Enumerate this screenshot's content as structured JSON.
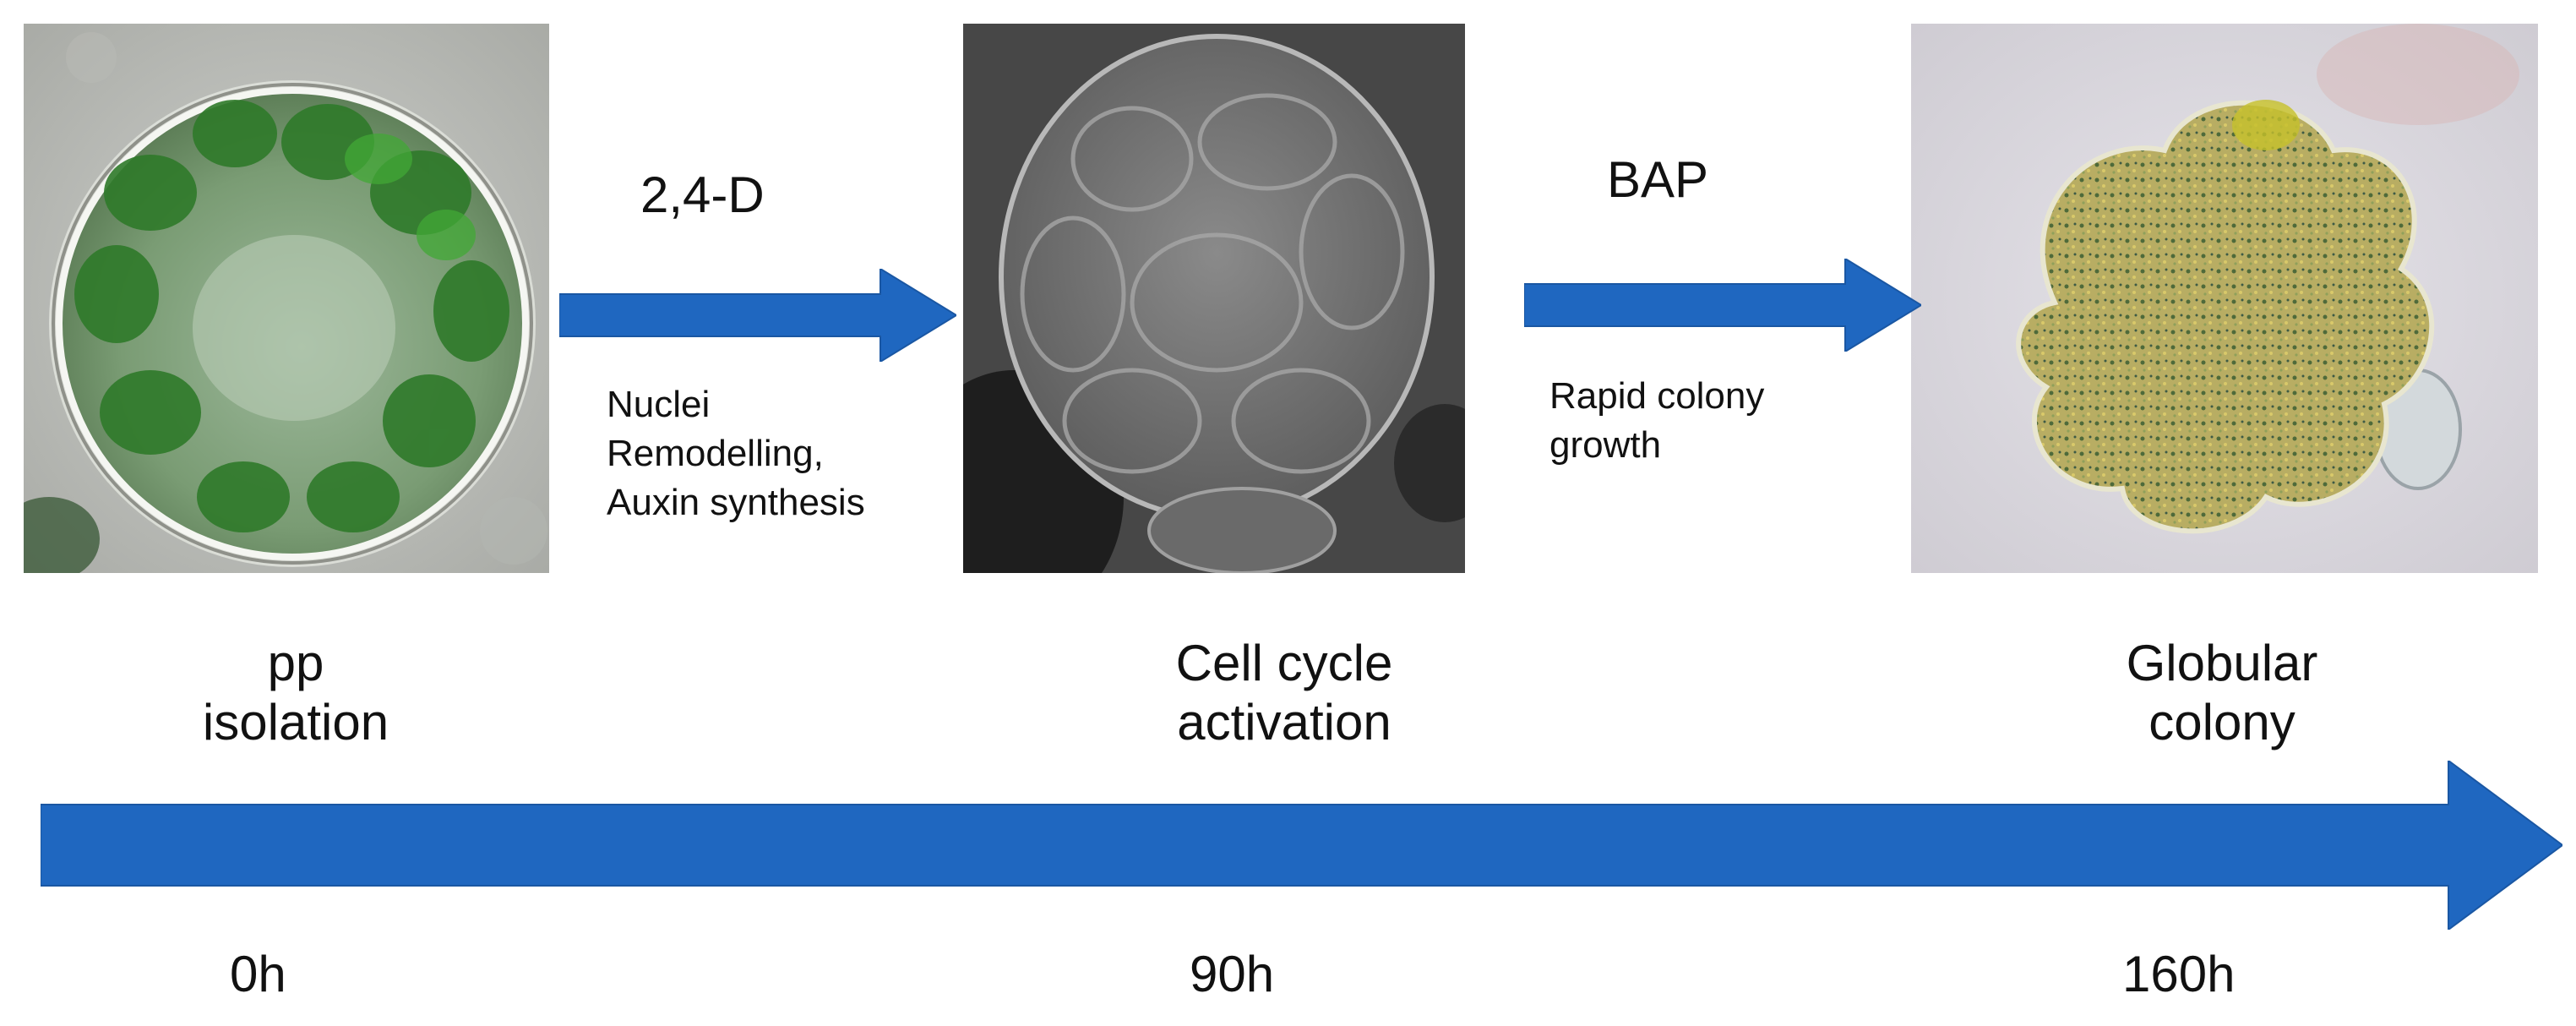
{
  "panels": [
    {
      "icon": "protoplast-micrograph-icon"
    },
    {
      "icon": "dividing-cell-micrograph-icon"
    },
    {
      "icon": "globular-colony-micrograph-icon"
    }
  ],
  "transitions": [
    {
      "treatment": "2,4-D",
      "effect_lines": [
        "Nuclei",
        "Remodelling,",
        "Auxin synthesis"
      ]
    },
    {
      "treatment": "BAP",
      "effect_lines": [
        "Rapid colony",
        "growth"
      ]
    }
  ],
  "stages": [
    {
      "label_lines": [
        "pp",
        "isolation"
      ],
      "time": "0h"
    },
    {
      "label_lines": [
        "Cell cycle",
        "activation"
      ],
      "time": "90h"
    },
    {
      "label_lines": [
        "Globular",
        "colony"
      ],
      "time": "160h"
    }
  ],
  "colors": {
    "arrow": "#1f67c0",
    "chloroplast": "#2f7a2a",
    "brightfield": "#c8c8c8",
    "darkfield": "#555555",
    "colony": "#b8ad63"
  }
}
